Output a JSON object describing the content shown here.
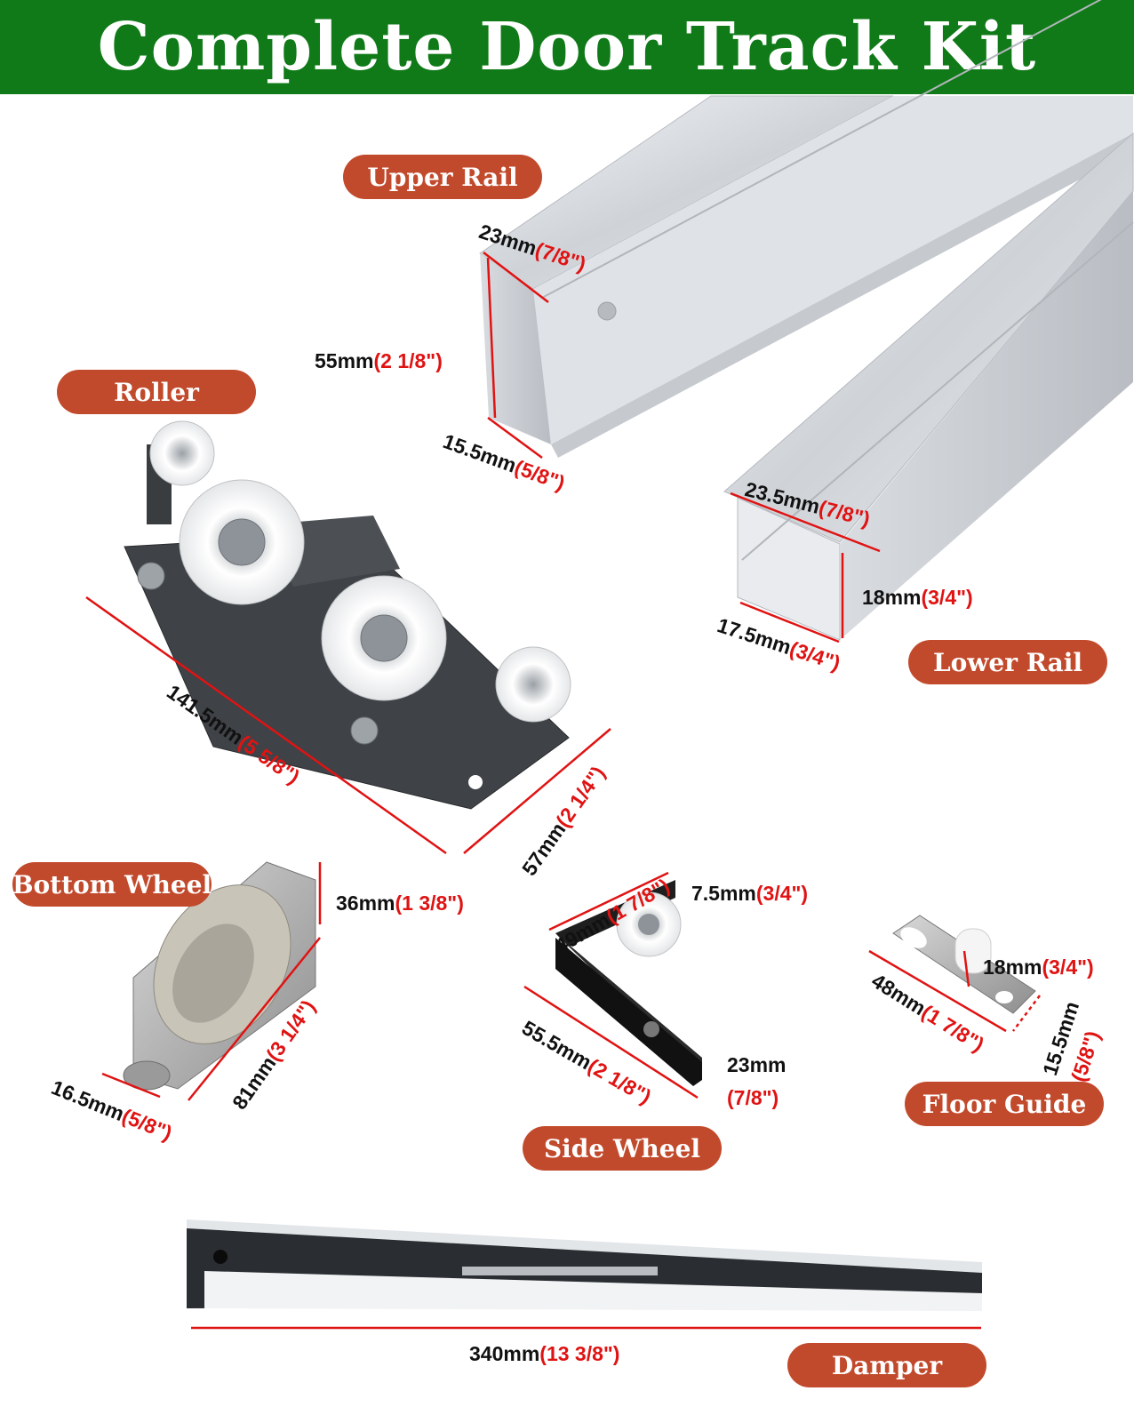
{
  "banner": {
    "title": "Complete Door Track Kit"
  },
  "labels": {
    "upper_rail": "Upper Rail",
    "lower_rail": "Lower Rail",
    "roller": "Roller",
    "bottom_wheel": "Bottom Wheel",
    "side_wheel": "Side Wheel",
    "floor_guide": "Floor Guide",
    "damper": "Damper"
  },
  "dimensions": {
    "upper_top": {
      "mm": "23mm",
      "in": "(7/8\")"
    },
    "upper_height": {
      "mm": "55mm",
      "in": "(2 1/8\")"
    },
    "upper_bottom": {
      "mm": "15.5mm",
      "in": "(5/8\")"
    },
    "lower_top": {
      "mm": "23.5mm",
      "in": "(7/8\")"
    },
    "lower_height": {
      "mm": "18mm",
      "in": "(3/4\")"
    },
    "lower_bottom": {
      "mm": "17.5mm",
      "in": "(3/4\")"
    },
    "roller_length": {
      "mm": "141.5mm",
      "in": "(5 5/8\")"
    },
    "roller_width": {
      "mm": "57mm",
      "in": "(2 1/4\")"
    },
    "bottom_height": {
      "mm": "36mm",
      "in": "(1 3/8\")"
    },
    "bottom_length": {
      "mm": "81mm",
      "in": "(3 1/4\")"
    },
    "bottom_width": {
      "mm": "16.5mm",
      "in": "(5/8\")"
    },
    "side_height": {
      "mm": "49mm",
      "in": "(1 7/8\")"
    },
    "side_offset": {
      "mm": "7.5mm",
      "in": "(3/4\")"
    },
    "side_length": {
      "mm": "55.5mm",
      "in": "(2 1/8\")"
    },
    "side_depth": {
      "mm": "23mm",
      "in": "(7/8\")"
    },
    "floor_pin": {
      "mm": "18mm",
      "in": "(3/4\")"
    },
    "floor_length": {
      "mm": "48mm",
      "in": "(1 7/8\")"
    },
    "floor_width": {
      "mm": "15.5mm",
      "in": "(5/8\")"
    },
    "damper_length": {
      "mm": "340mm",
      "in": "(13 3/8\")"
    }
  },
  "colors": {
    "banner_green": "#0f7a17",
    "label_brown": "#c24a2c",
    "dimension_red": "#e01313"
  }
}
